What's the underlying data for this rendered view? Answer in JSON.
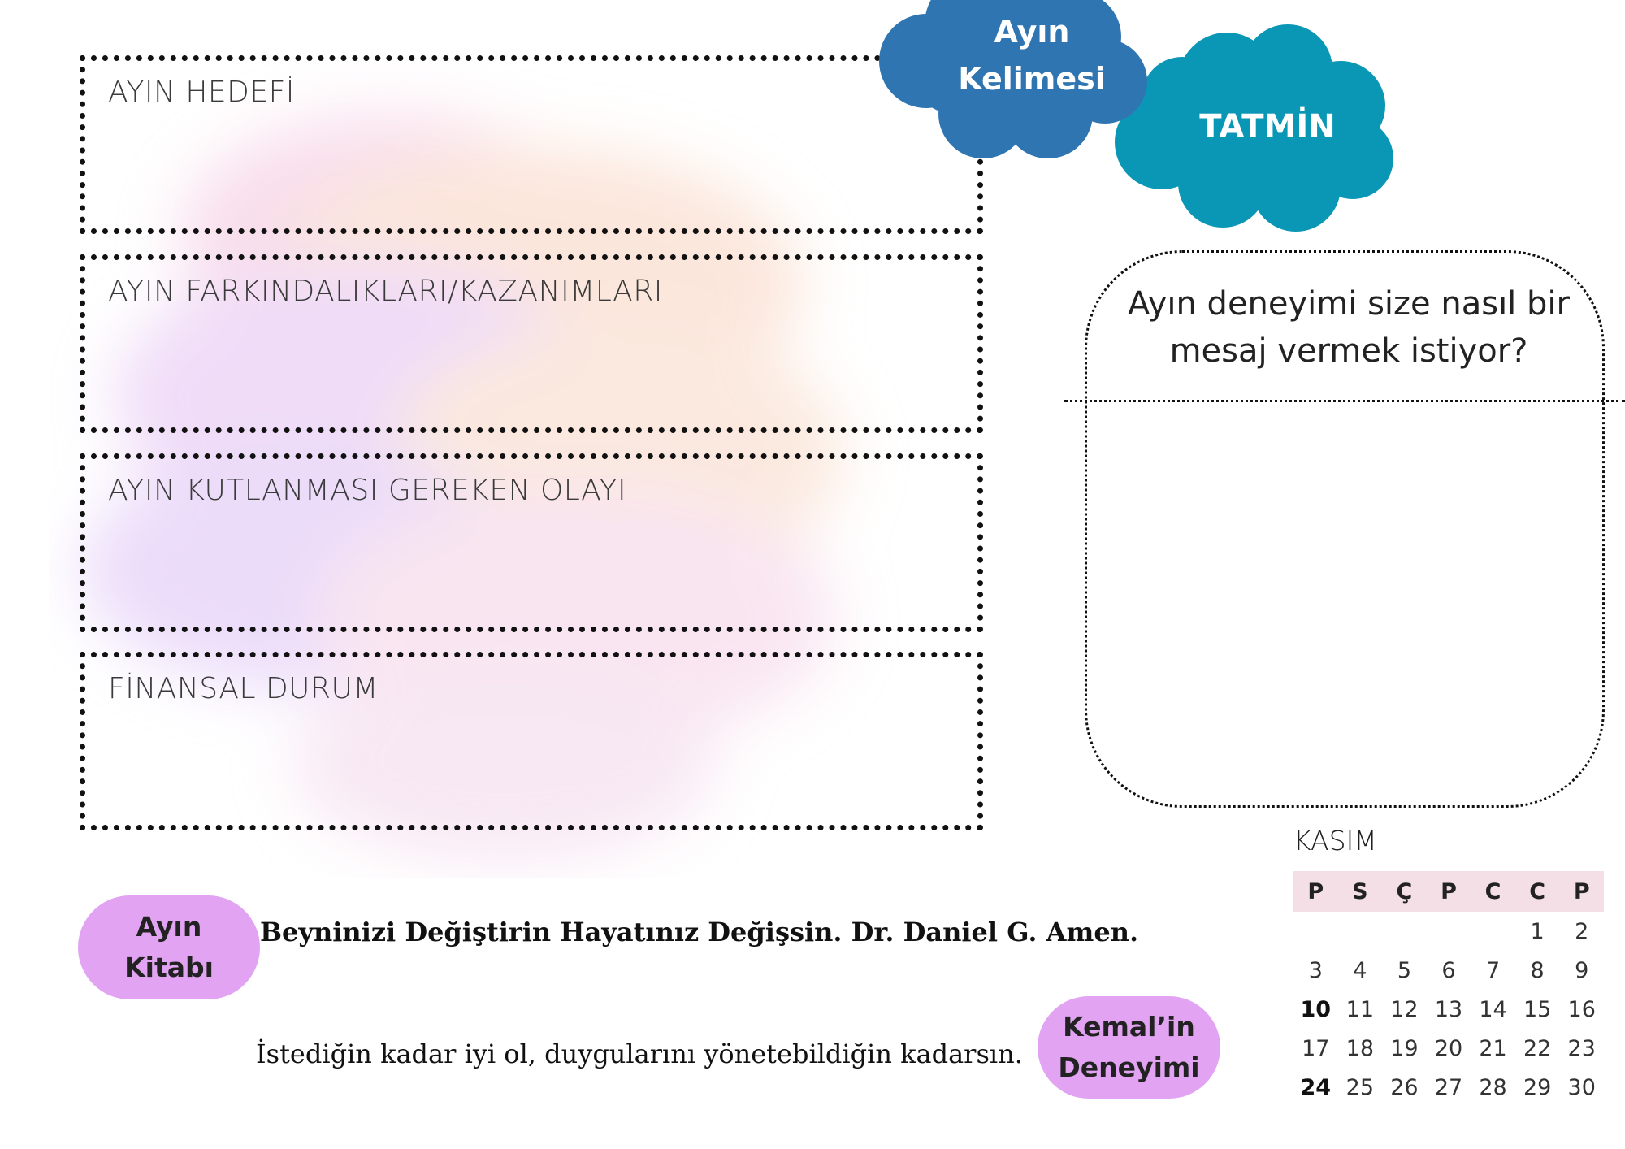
{
  "sections": [
    {
      "label": "AYIN HEDEFİ"
    },
    {
      "label": "AYIN FARKINDALIKLARI/KAZANIMLARI"
    },
    {
      "label": "AYIN KUTLANMASI GEREKEN OLAYI"
    },
    {
      "label": "FİNANSAL DURUM"
    }
  ],
  "word_of_month": {
    "label_line1": "Ayın",
    "label_line2": "Kelimesi",
    "word": "TATMİN",
    "colors": {
      "label_cloud": "#2f75b2",
      "word_cloud": "#0a97b5"
    }
  },
  "experience_panel": {
    "question_line1": "Ayın deneyimi size nasıl bir",
    "question_line2": "mesaj vermek istiyor?"
  },
  "book": {
    "label_line1": "Ayın",
    "label_line2": "Kitabı",
    "title": "Beyninizi Değiştirin Hayatınız Değişsin. Dr. Daniel G. Amen."
  },
  "experience": {
    "label_line1": "Kemal’in",
    "label_line2": "Deneyimi",
    "quote": "İstediğin kadar iyi ol, duygularını yönetebildiğin kadarsın."
  },
  "calendar": {
    "month": "KASIM",
    "weekdays": [
      "P",
      "S",
      "Ç",
      "P",
      "C",
      "C",
      "P"
    ],
    "weeks": [
      [
        "",
        "",
        "",
        "",
        "",
        "1",
        "2"
      ],
      [
        "3",
        "4",
        "5",
        "6",
        "7",
        "8",
        "9"
      ],
      [
        "10",
        "11",
        "12",
        "13",
        "14",
        "15",
        "16"
      ],
      [
        "17",
        "18",
        "19",
        "20",
        "21",
        "22",
        "23"
      ],
      [
        "24",
        "25",
        "26",
        "27",
        "28",
        "29",
        "30"
      ]
    ],
    "bold_days": [
      "10",
      "24"
    ],
    "header_color": "#f4dfe6"
  },
  "colors": {
    "pill": "#e2a4f2"
  }
}
